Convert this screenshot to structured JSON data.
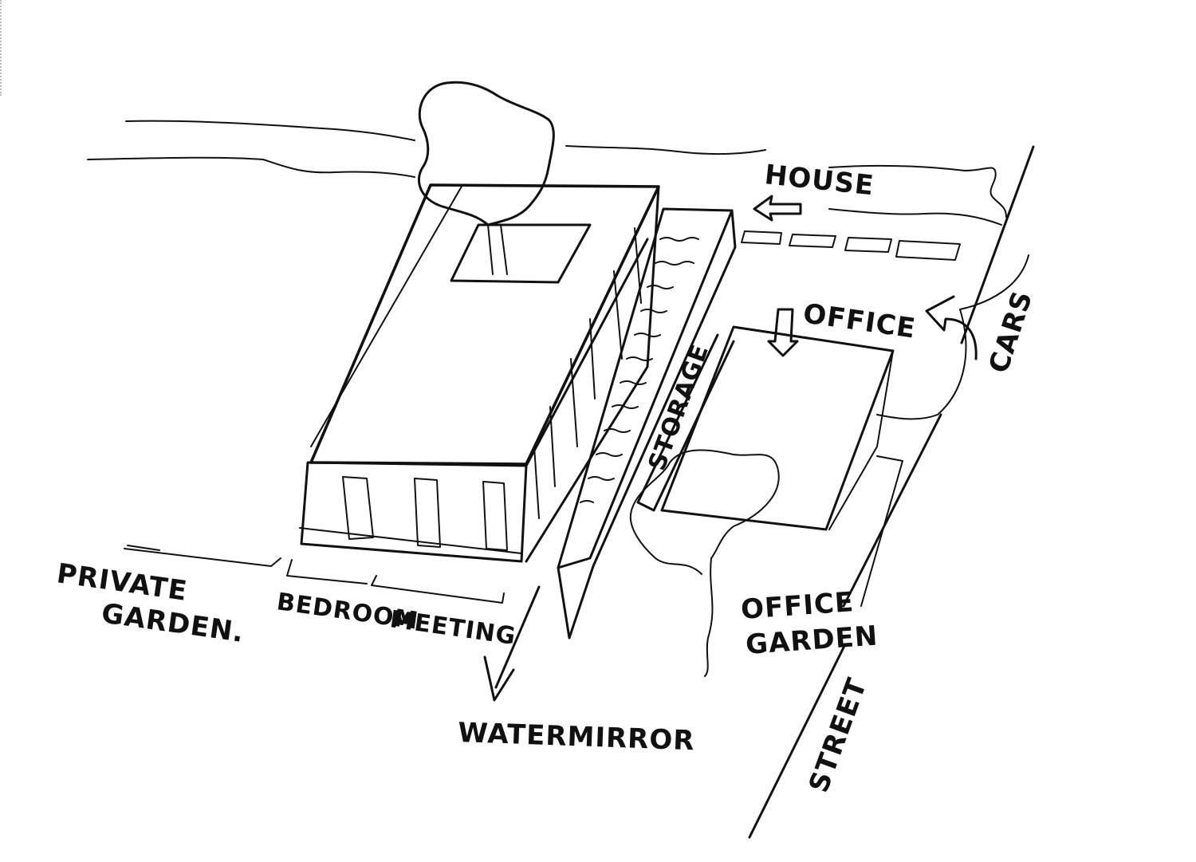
{
  "labels": {
    "house": "HOUSE",
    "office": "OFFICE",
    "cars": "CARS",
    "storage": "STORAGE",
    "private_garden_line1": "PRIVATE",
    "private_garden_line2": "GARDEN.",
    "bedroom": "BEDROOM",
    "meeting": "MEETING",
    "office_garden_line1": "OFFICE",
    "office_garden_line2": "GARDEN",
    "watermirror": "WATERMIRROR",
    "street": "STREET"
  },
  "style": {
    "ink_color": "#111111",
    "paper_color": "#ffffff"
  }
}
